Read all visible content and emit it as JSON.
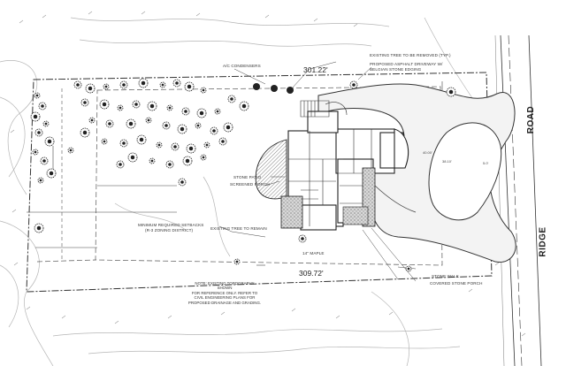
{
  "plan": {
    "dimensions": {
      "top": "301.22'",
      "bottom": "309.72'"
    },
    "road_label_parts": [
      "RIDGE",
      "ROAD"
    ],
    "labels": {
      "ac_condensers": "A/C CONDENSERS",
      "tree_removed": "EXISTING TREE TO BE REMOVED (TYP.)",
      "proposed_driveway": "PROPOSED ASPHALT DRIVEWAY W/",
      "proposed_driveway_2": "BELGIAN STONE EDGING",
      "stone_patio": "STONE PATIO",
      "screened_porch": "SCREENED PORCH",
      "setbacks": "MINIMUM REQUIRED SETBACKS",
      "setbacks_2": "(R-3 ZONING DISTRICT)",
      "tree_remain": "EXISTING TREE TO REMAIN",
      "maple": "14\" MAPLE",
      "stone_walk": "STONE WALK",
      "covered_porch": "COVERED STONE PORCH"
    },
    "note_lines": [
      "NOTE: EXISTING TOPOGRAPHY SHOWN",
      "FOR REFERENCE ONLY. REFER TO",
      "CIVIL ENGINEERING PLANS FOR",
      "PROPOSED DRAINAGE AND GRADING."
    ]
  }
}
